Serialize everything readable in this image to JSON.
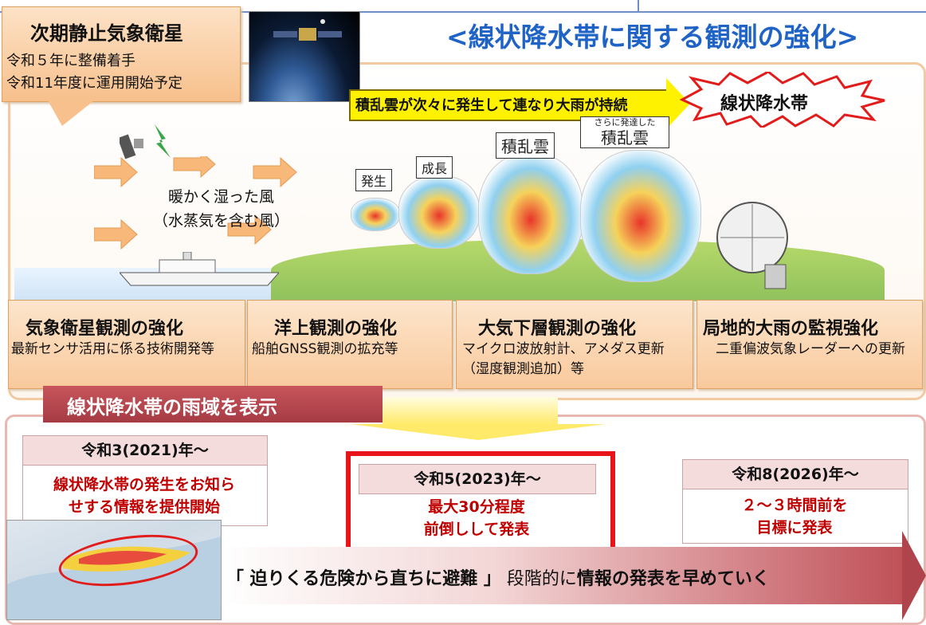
{
  "title": "<線状降水帯に関する観測の強化>",
  "satellite": {
    "title": "次期静止気象衛星",
    "line1": "令和５年に整備着手",
    "line2": "令和11年度に運用開始予定"
  },
  "band_label": "積乱雲が次々に発生して連なり大雨が持続",
  "burst_label": "線状降水帯",
  "wind_label_line1": "暖かく湿った風",
  "wind_label_line2": "（水蒸気を含む風）",
  "cloud_stages": {
    "stage1": "発生",
    "stage2": "成長",
    "stage3": "積乱雲",
    "stage4_note": "さらに発達した",
    "stage4": "積乱雲"
  },
  "callouts": [
    {
      "title": "気象衛星観測の強化",
      "text": "最新センサ活用に係る技術開発等"
    },
    {
      "title": "洋上観測の強化",
      "text": "船舶GNSS観測の拡充等"
    },
    {
      "title": "大気下層観測の強化",
      "text": "マイクロ波放射計、アメダス更新（湿度観測追加）等"
    },
    {
      "title": "局地的大雨の監視強化",
      "text": "二重偏波気象レーダーへの更新"
    }
  ],
  "banner": "線状降水帯の雨域を表示",
  "eras": [
    {
      "head": "令和3(2021)年～",
      "body_line1": "線状降水帯の発生をお知ら",
      "body_line2": "せする情報を提供開始"
    },
    {
      "head": "令和5(2023)年～",
      "body_line1": "最大30分程度",
      "body_line2": "前倒しして発表"
    },
    {
      "head": "令和8(2026)年～",
      "body_line1": "２～３時間前を",
      "body_line2": "目標に発表"
    }
  ],
  "slogan": {
    "quote": "「 迫りくる危険から直ちに避難 」",
    "mid": "段階的に",
    "end": "情報の発表を早めていく"
  },
  "colors": {
    "title": "#1f63c6",
    "callout": "#f9c99c",
    "highlight_border": "#e8141a",
    "era_text": "#c00000"
  }
}
